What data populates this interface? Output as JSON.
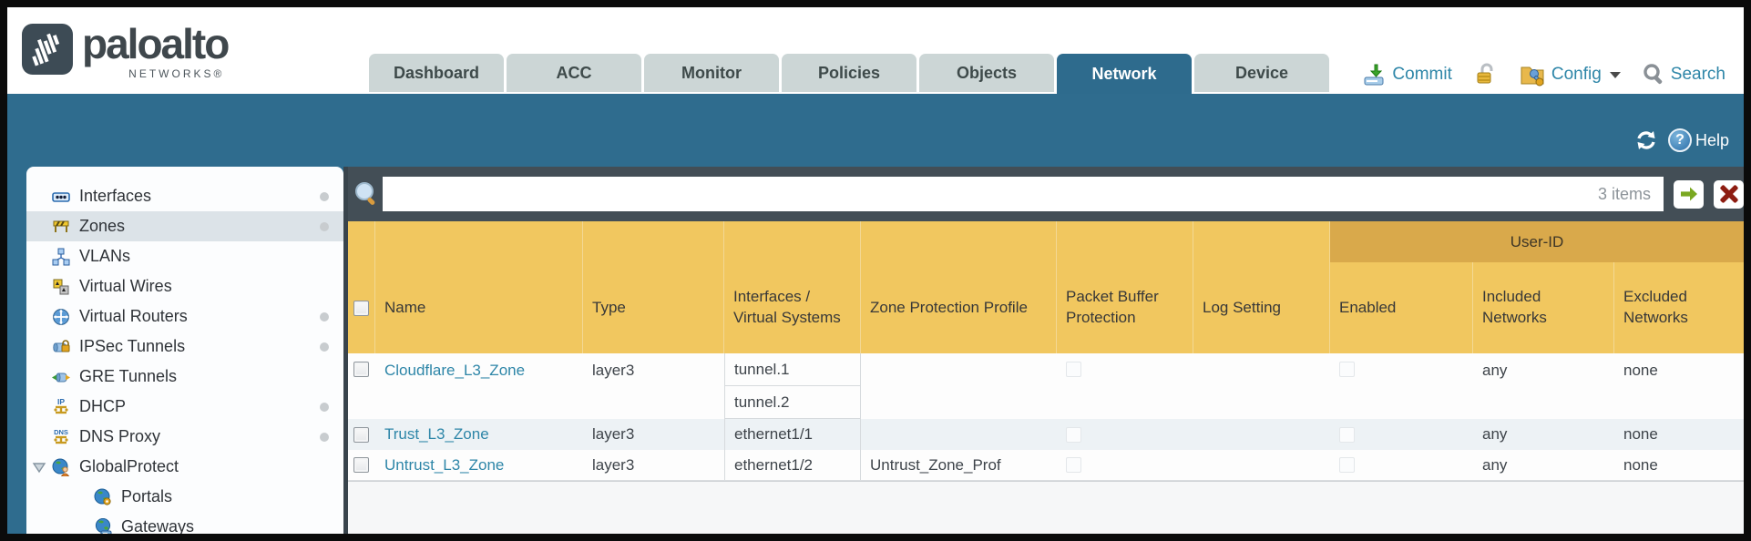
{
  "brand": {
    "name": "paloalto",
    "subtitle": "NETWORKS®"
  },
  "nav": {
    "tabs": [
      {
        "label": "Dashboard"
      },
      {
        "label": "ACC"
      },
      {
        "label": "Monitor"
      },
      {
        "label": "Policies"
      },
      {
        "label": "Objects"
      },
      {
        "label": "Network"
      },
      {
        "label": "Device"
      }
    ],
    "tools": {
      "commit": "Commit",
      "config": "Config",
      "search": "Search"
    }
  },
  "band": {
    "help_label": "Help"
  },
  "sidebar": {
    "items": [
      {
        "label": "Interfaces"
      },
      {
        "label": "Zones"
      },
      {
        "label": "VLANs"
      },
      {
        "label": "Virtual Wires"
      },
      {
        "label": "Virtual Routers"
      },
      {
        "label": "IPSec Tunnels"
      },
      {
        "label": "GRE Tunnels"
      },
      {
        "label": "DHCP"
      },
      {
        "label": "DNS Proxy"
      },
      {
        "label": "GlobalProtect"
      },
      {
        "label": "Portals"
      },
      {
        "label": "Gateways"
      }
    ]
  },
  "filter": {
    "count_label": "3 items"
  },
  "table": {
    "group_header": "User-ID",
    "columns": [
      "",
      "Name",
      "Type",
      "Interfaces / Virtual Systems",
      "Zone Protection Profile",
      "Packet Buffer Protection",
      "Log Setting",
      "Enabled",
      "Included Networks",
      "Excluded Networks"
    ],
    "rows": [
      {
        "name": "Cloudflare_L3_Zone",
        "type": "layer3",
        "interfaces": [
          "tunnel.1",
          "tunnel.2"
        ],
        "zone_protection_profile": "",
        "log_setting": "",
        "included_networks": "any",
        "excluded_networks": "none"
      },
      {
        "name": "Trust_L3_Zone",
        "type": "layer3",
        "interfaces": [
          "ethernet1/1"
        ],
        "zone_protection_profile": "",
        "log_setting": "",
        "included_networks": "any",
        "excluded_networks": "none"
      },
      {
        "name": "Untrust_L3_Zone",
        "type": "layer3",
        "interfaces": [
          "ethernet1/2"
        ],
        "zone_protection_profile": "Untrust_Zone_Prof",
        "log_setting": "",
        "included_networks": "any",
        "excluded_networks": "none"
      }
    ]
  },
  "colors": {
    "teal": "#2f6c8e",
    "amber": "#f1c75f",
    "amber_dark": "#d9a94b",
    "slate": "#434e56",
    "link": "#2e86a8"
  }
}
